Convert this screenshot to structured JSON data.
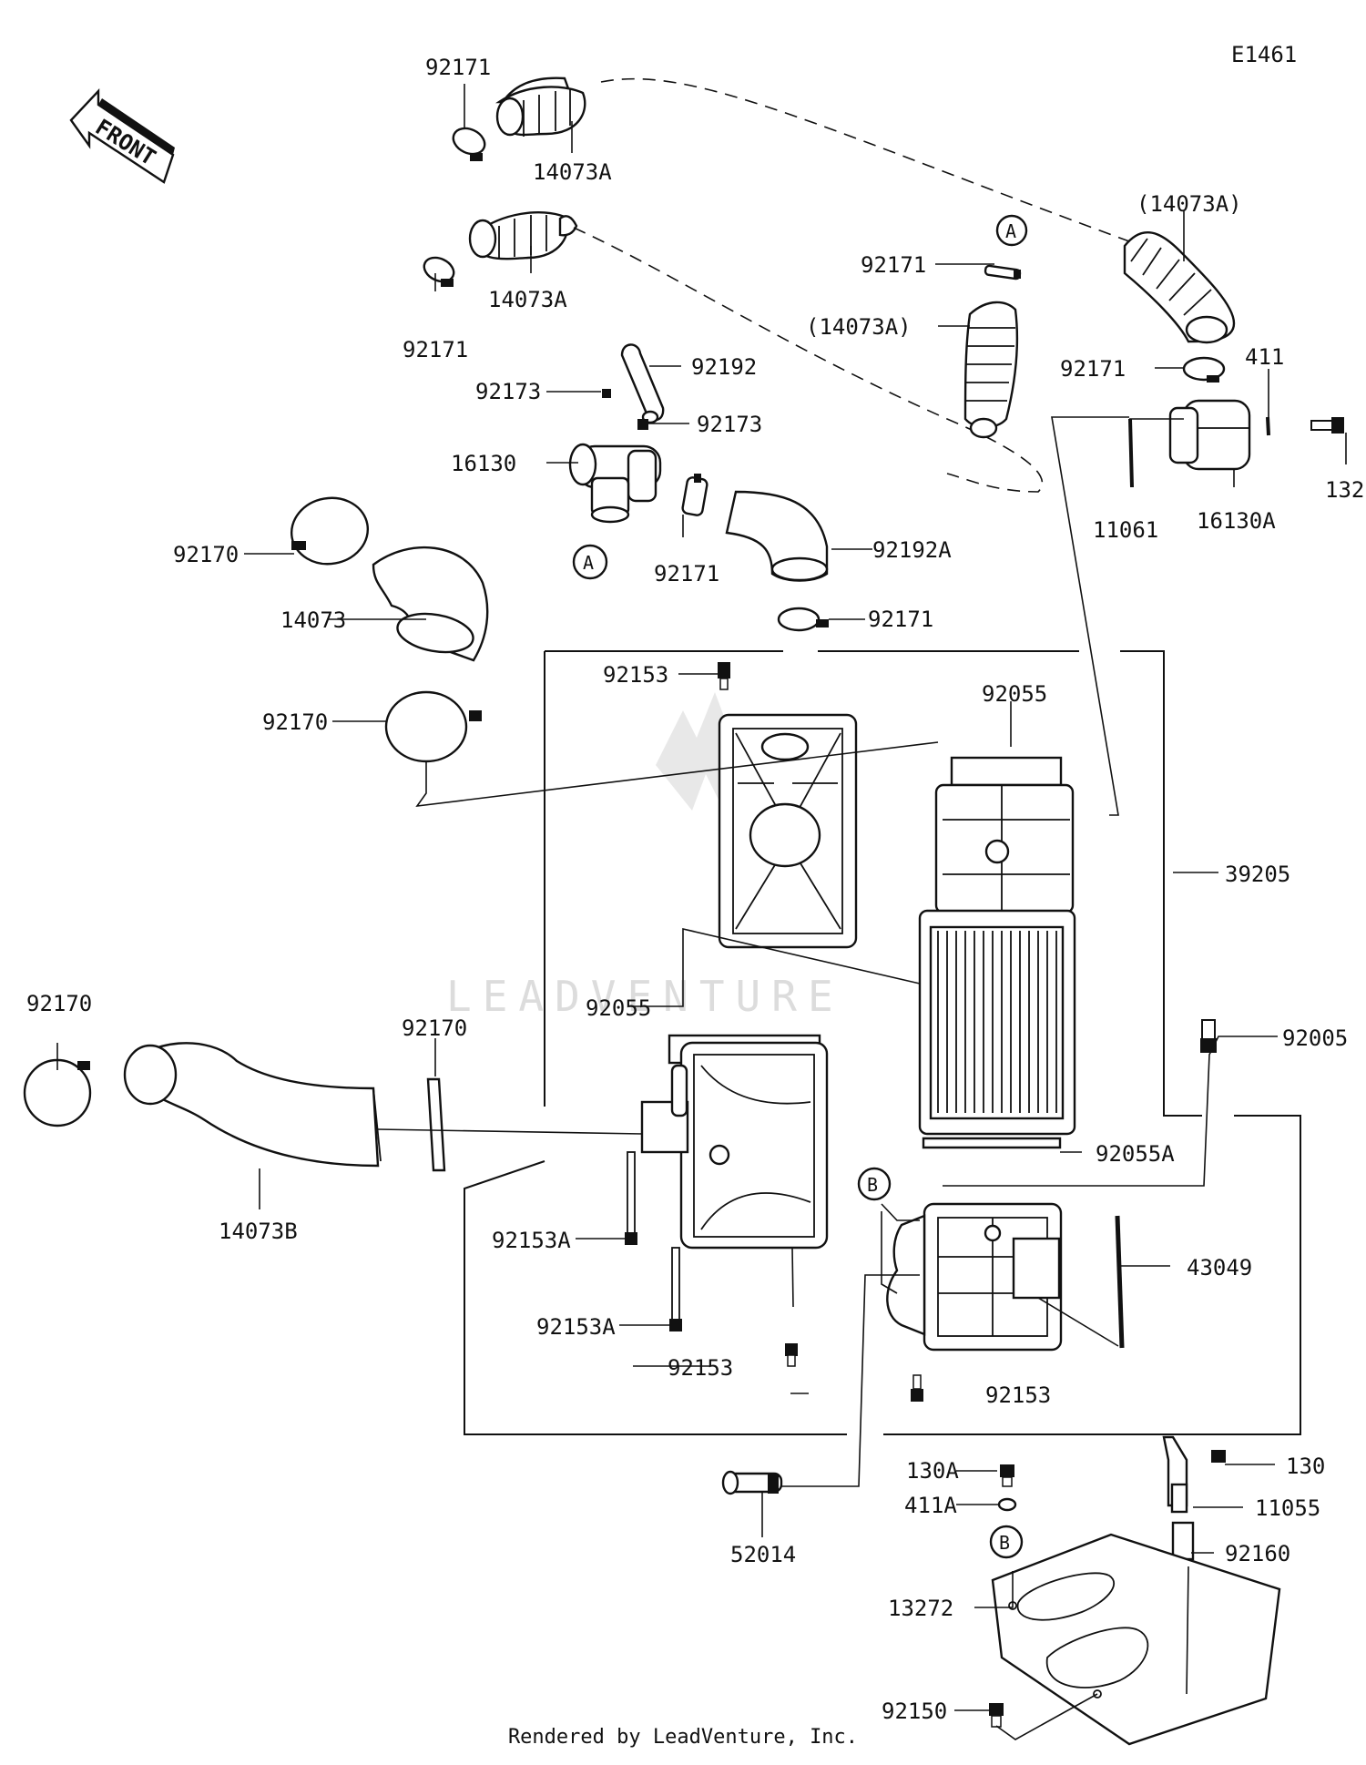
{
  "diagram_id": "E1461",
  "front_label": "FRONT",
  "callouts": {
    "a": "A",
    "b": "B"
  },
  "parts": {
    "p92171_top": "92171",
    "p14073A_top": "14073A",
    "p92171_2": "92171",
    "p14073A_2": "14073A",
    "p92192": "92192",
    "p92173_a": "92173",
    "p92173_b": "92173",
    "p16130": "16130",
    "p92171_3": "92171",
    "p92192A": "92192A",
    "p92171_4": "92171",
    "p92171_5": "92171",
    "p14073A_ref1": "(14073A)",
    "p14073A_ref2": "(14073A)",
    "p92171_6": "92171",
    "p411": "411",
    "p132": "132",
    "p11061": "11061",
    "p16130A": "16130A",
    "p92170_a": "92170",
    "p14073": "14073",
    "p92170_b": "92170",
    "p92153_top": "92153",
    "p92055_top": "92055",
    "p39205": "39205",
    "p92055_mid": "92055",
    "p92005": "92005",
    "p92170_c": "92170",
    "p92170_d": "92170",
    "p14073B": "14073B",
    "p92055A": "92055A",
    "p92153A_a": "92153A",
    "p43049": "43049",
    "p92153A_b": "92153A",
    "p92153_b": "92153",
    "p92153_c": "92153",
    "p130A": "130A",
    "p130": "130",
    "p411A": "411A",
    "p11055": "11055",
    "p52014": "52014",
    "p92160": "92160",
    "p13272": "13272",
    "p92150": "92150"
  },
  "watermark": "LEADVENTURE",
  "footer": "Rendered by LeadVenture, Inc."
}
